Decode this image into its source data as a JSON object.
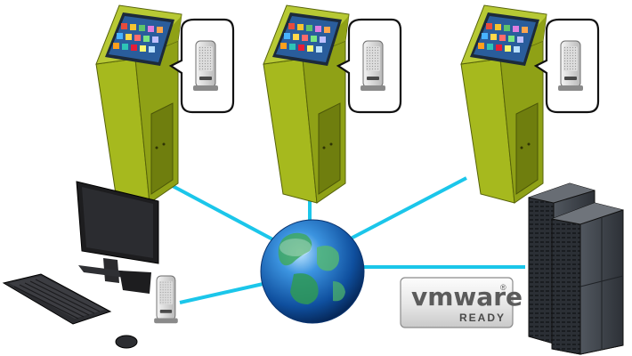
{
  "badge": {
    "brand": "vmware",
    "registered": "®",
    "sub": "READY"
  },
  "colors": {
    "link": "#1bc6ea",
    "kiosk_body": "#9fb21c",
    "kiosk_shade": "#7f8f12",
    "kiosk_dark": "#5d6b0c",
    "screen_bezel": "#1c2a3a",
    "screen_bg": "#2a5d9c",
    "globe": "#1d6fc4",
    "land": "#3ea861",
    "server": "#3a3f46",
    "monitor": "#1d1d1f"
  },
  "diagram": {
    "nodes": [
      "kiosk-1",
      "kiosk-2",
      "kiosk-3",
      "workstation",
      "server-rack",
      "network-globe"
    ],
    "links": [
      [
        "kiosk-1",
        "network-globe"
      ],
      [
        "kiosk-2",
        "network-globe"
      ],
      [
        "kiosk-3",
        "network-globe"
      ],
      [
        "workstation",
        "network-globe"
      ],
      [
        "server-rack",
        "network-globe"
      ]
    ]
  }
}
